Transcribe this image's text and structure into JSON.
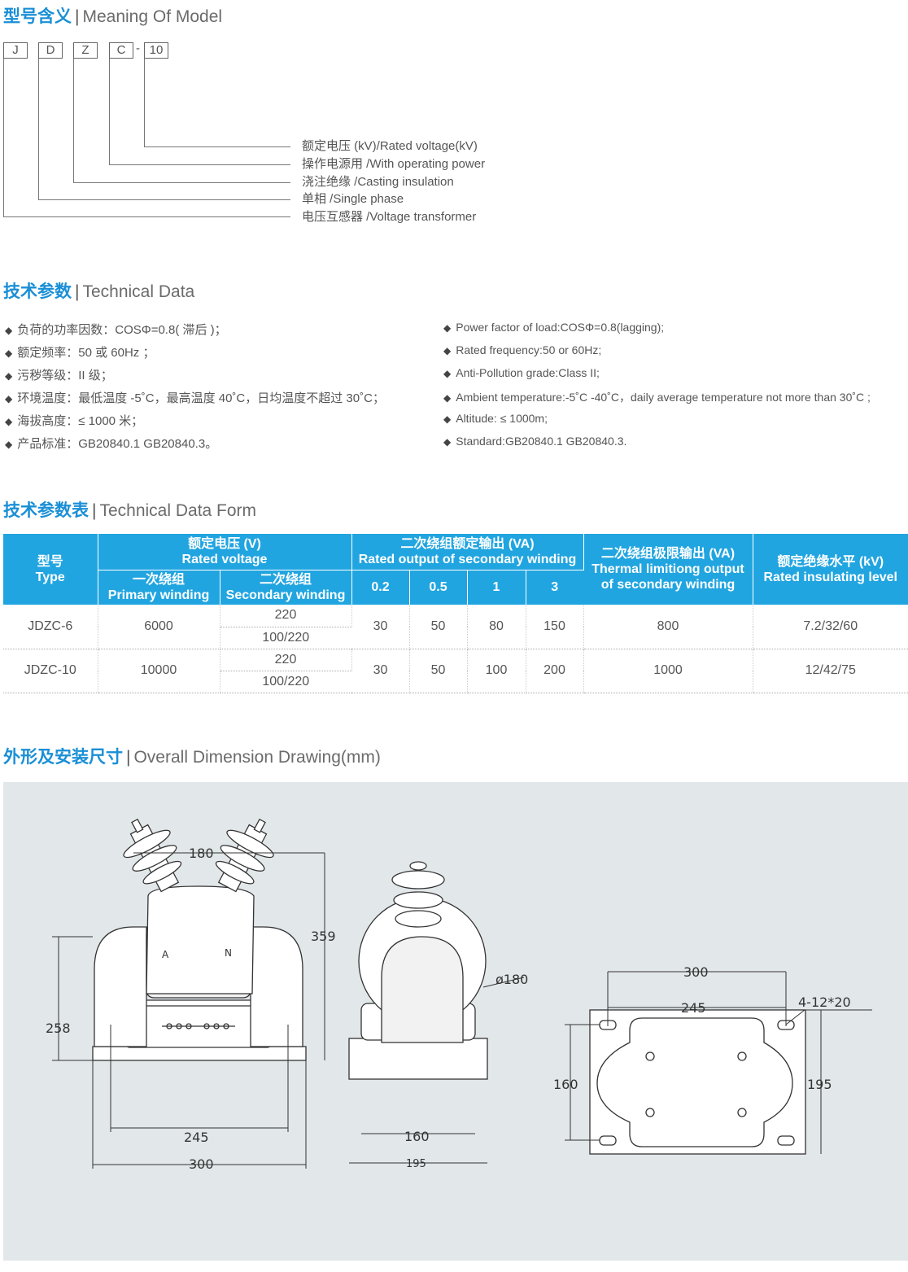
{
  "model_section": {
    "title_cn": "型号含义",
    "separator": "|",
    "title_en": "Meaning Of Model",
    "code_letters": [
      "J",
      "D",
      "Z",
      "C"
    ],
    "code_dash": "-",
    "code_number": "10",
    "meanings": [
      "额定电压 (kV)/Rated voltage(kV)",
      "操作电源用 /With operating power",
      "浇注绝缘 /Casting insulation",
      "单相 /Single phase",
      "电压互感器 /Voltage transformer"
    ]
  },
  "tech_section": {
    "title_cn": "技术参数",
    "separator": "|",
    "title_en": "Technical Data",
    "bullets_cn": [
      "负荷的功率因数：COSΦ=0.8( 滞后 )；",
      "额定频率：50 或 60Hz ；",
      "污秽等级：II 级；",
      "环境温度：最低温度 -5˚C，最高温度 40˚C，日均温度不超过 30˚C；",
      "海拔高度：≤ 1000 米；",
      "产品标准：GB20840.1 GB20840.3。"
    ],
    "bullets_en": [
      "Power factor of load:COSΦ=0.8(lagging);",
      "Rated frequency:50 or 60Hz;",
      "Anti-Pollution grade:Class II;",
      "Ambient temperature:-5˚C -40˚C，daily average temperature not more than 30˚C ;",
      "Altitude: ≤ 1000m;",
      "Standard:GB20840.1 GB20840.3."
    ]
  },
  "form_section": {
    "title_cn": "技术参数表",
    "separator": "|",
    "title_en": "Technical Data Form"
  },
  "table": {
    "h_type_cn": "型号",
    "h_type_en": "Type",
    "h_rv_cn": "额定电压 (V)",
    "h_rv_en": "Rated voltage",
    "h_pw_cn": "一次绕组",
    "h_pw_en": "Primary winding",
    "h_sw_cn": "二次绕组",
    "h_sw_en": "Secondary winding",
    "h_ro_cn": "二次绕组额定输出 (VA)",
    "h_ro_en": "Rated output of secondary winding",
    "h_classes": [
      "0.2",
      "0.5",
      "1",
      "3"
    ],
    "h_th_cn": "二次绕组极限输出 (VA)",
    "h_th_en1": "Thermal limitiong output",
    "h_th_en2": "of secondary winding",
    "h_ins_cn": "额定绝缘水平 (kV)",
    "h_ins_en": "Rated insulating level",
    "rows": [
      {
        "type": "JDZC-6",
        "primary": "6000",
        "sec_a": "220",
        "sec_b": "100/220",
        "o02": "30",
        "o05": "50",
        "o1": "80",
        "o3": "150",
        "thermal": "800",
        "insul": "7.2/32/60"
      },
      {
        "type": "JDZC-10",
        "primary": "10000",
        "sec_a": "220",
        "sec_b": "100/220",
        "o02": "30",
        "o05": "50",
        "o1": "100",
        "o3": "200",
        "thermal": "1000",
        "insul": "12/42/75"
      }
    ]
  },
  "drawing_section": {
    "title_cn": "外形及安装尺寸",
    "separator": "|",
    "title_en": "Overall Dimension Drawing(mm)"
  },
  "drawing": {
    "front": {
      "d180": "180",
      "d359": "359",
      "d258": "258",
      "d245": "245",
      "d300": "300",
      "label_a": "A",
      "label_n": "N"
    },
    "side": {
      "d_dia": "ø180",
      "d160": "160",
      "d195": "195"
    },
    "base": {
      "d300": "300",
      "d245": "245",
      "holes": "4-12*20",
      "d160": "160",
      "d195": "195"
    }
  },
  "colors": {
    "accent": "#1a8fd6",
    "table_header": "#21a5e0",
    "panel_bg": "#e2e7ea"
  }
}
